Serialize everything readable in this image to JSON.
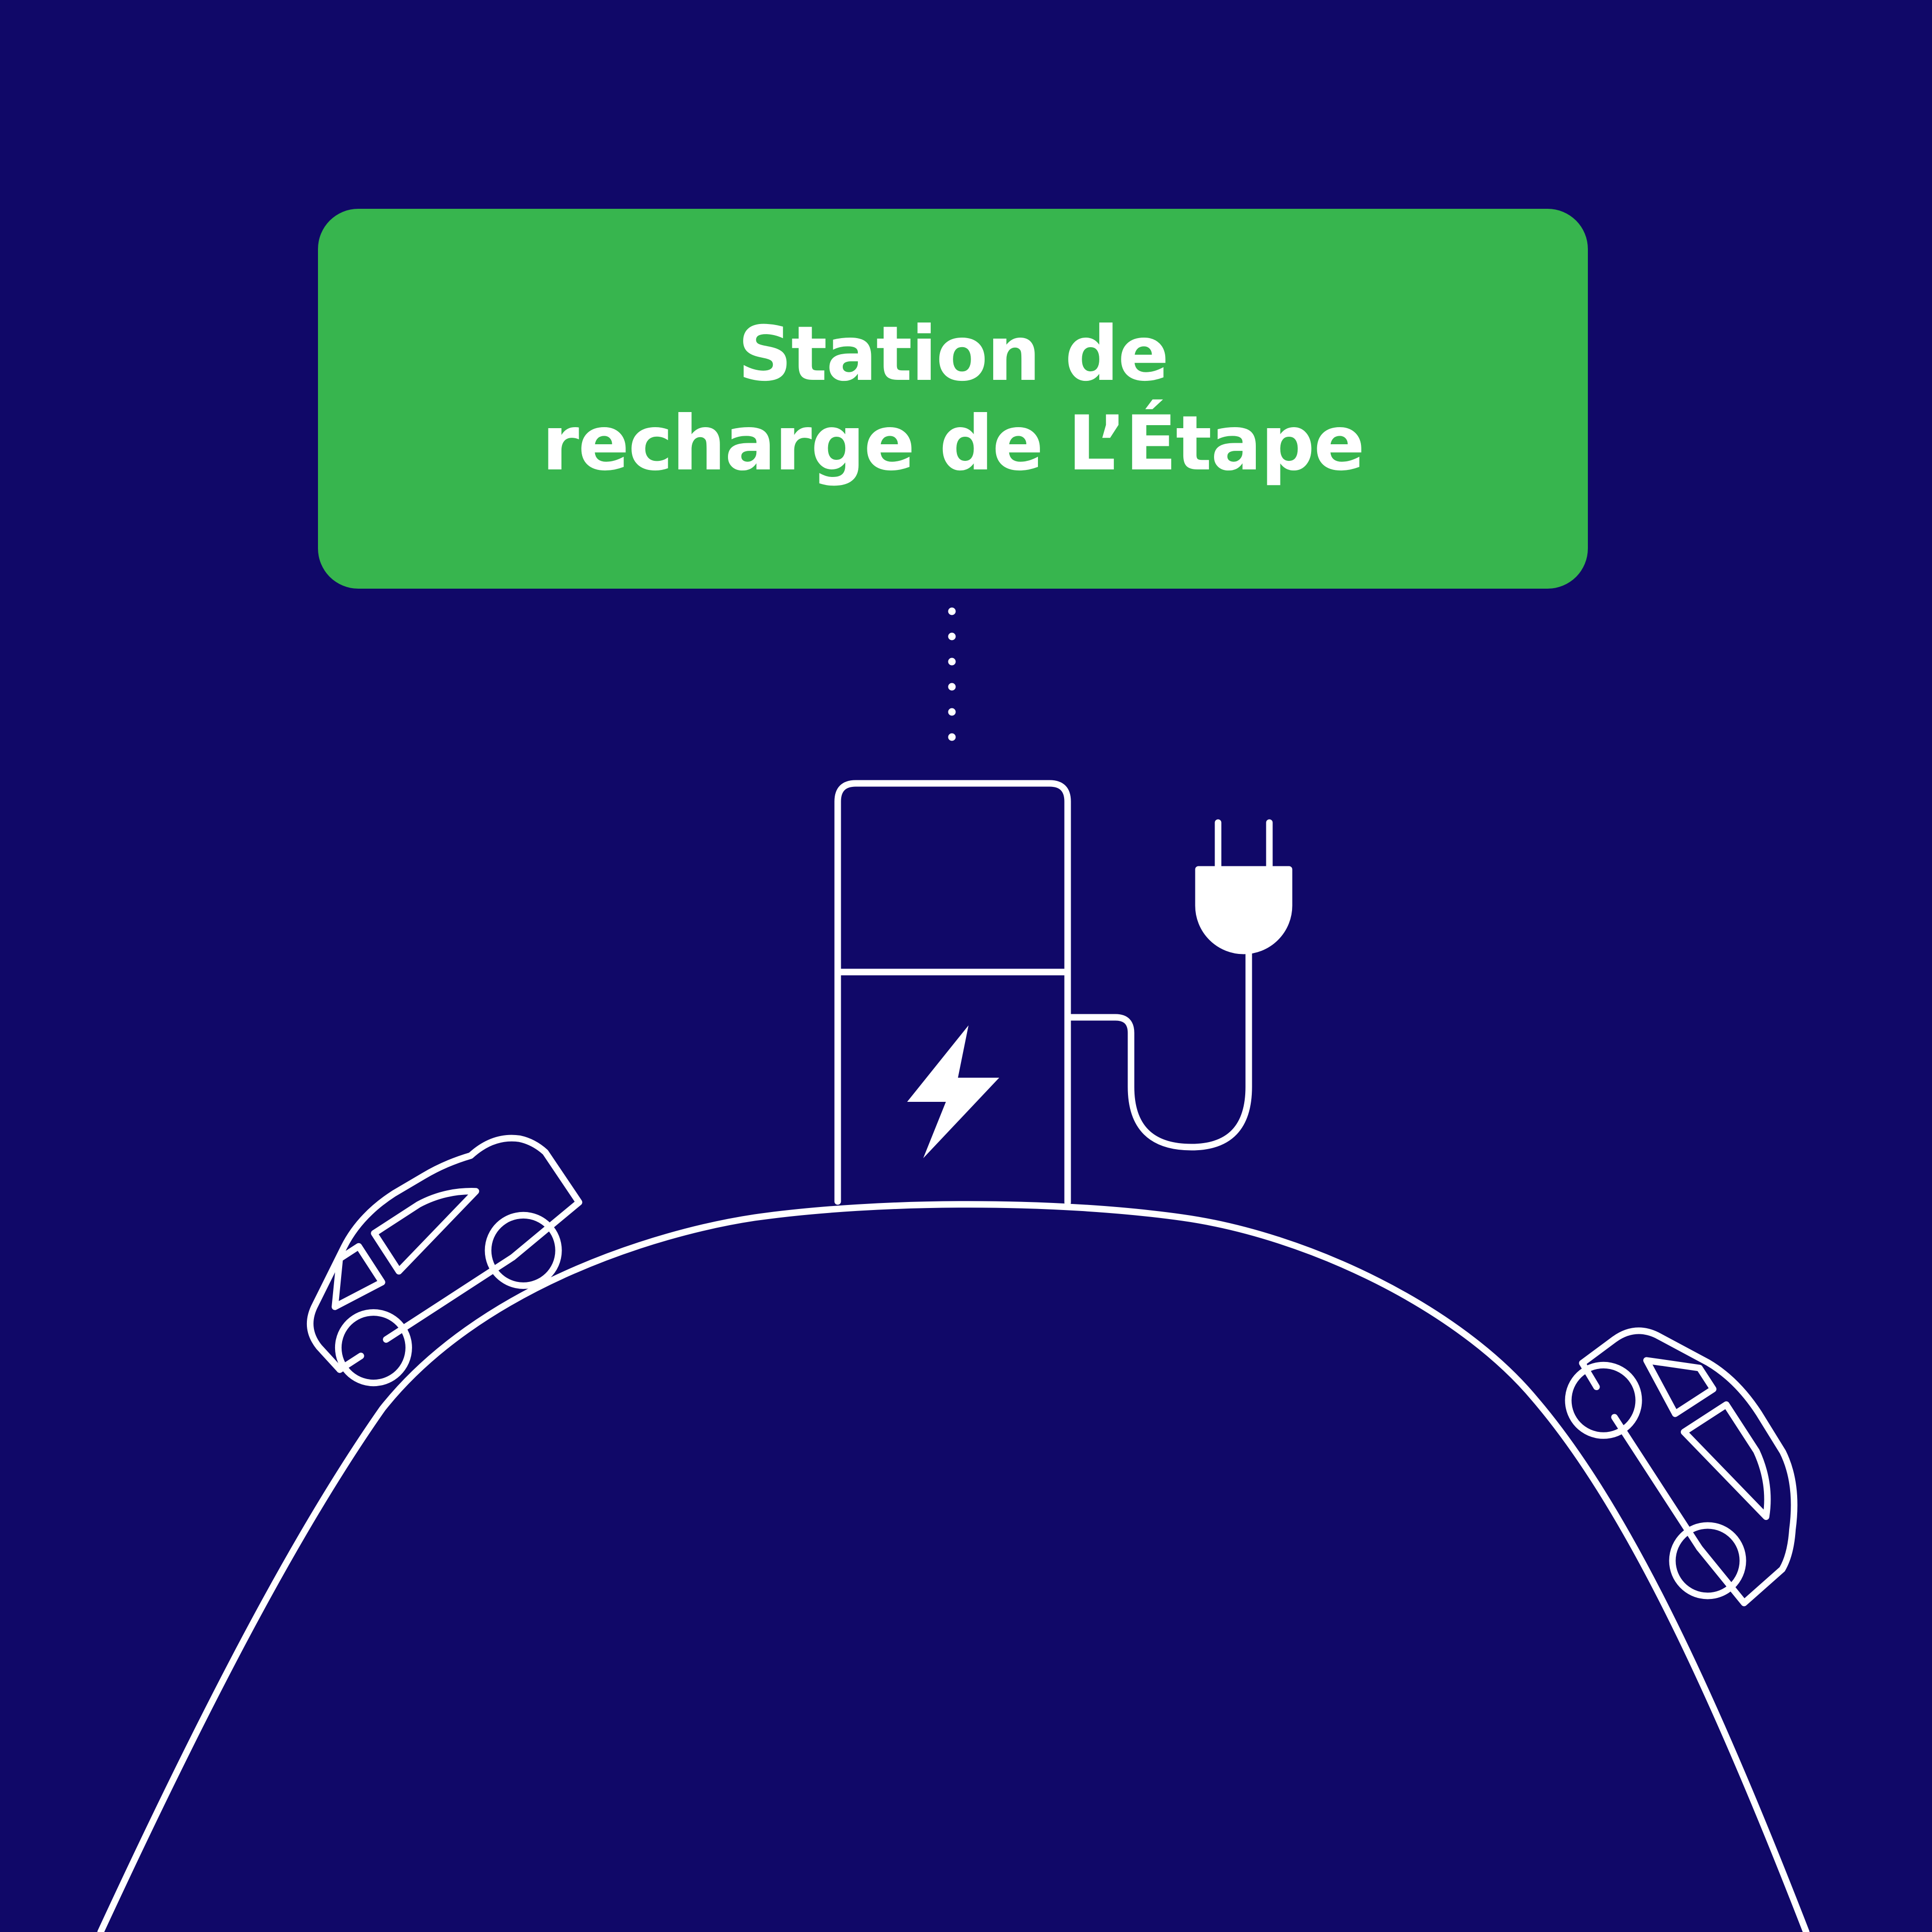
{
  "label": {
    "line1": "Station de",
    "line2": "recharge de L’Étape"
  },
  "colors": {
    "background": "#100868",
    "label_background": "#37b54e",
    "line": "#ffffff",
    "text": "#ffffff"
  },
  "icons": [
    "charging-station-icon",
    "lightning-bolt-icon",
    "plug-icon",
    "car-left-icon",
    "car-right-icon",
    "hill"
  ]
}
